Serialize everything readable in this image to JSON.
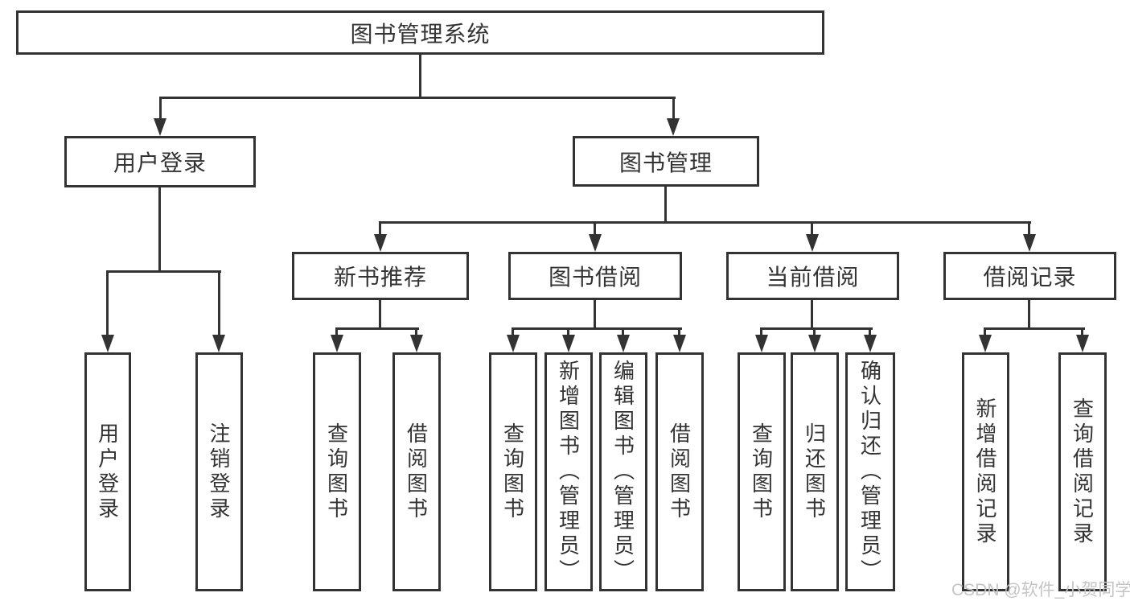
{
  "nodes": {
    "root": "图书管理系统",
    "user_login": "用户登录",
    "book_mgmt": "图书管理",
    "new_book_rec": "新书推荐",
    "book_borrow": "图书借阅",
    "current_borrow": "当前借阅",
    "borrow_records": "借阅记录",
    "login": "用户登录",
    "logout": "注销登录",
    "rec_query_books": "查询图书",
    "rec_borrow_books": "借阅图书",
    "bb_query_books": "查询图书",
    "bb_add_books": "新增图书（管理员）",
    "bb_edit_books": "编辑图书（管理员）",
    "bb_borrow_books": "借阅图书",
    "cb_query_books": "查询图书",
    "cb_return_books": "归还图书",
    "cb_confirm_return": "确认归还（管理员）",
    "br_add_record": "新增借阅记录",
    "br_query_record": "查询借阅记录"
  },
  "hierarchy": {
    "图书管理系统": [
      "用户登录",
      "图书管理"
    ],
    "用户登录": [
      "用户登录",
      "注销登录"
    ],
    "图书管理": [
      "新书推荐",
      "图书借阅",
      "当前借阅",
      "借阅记录"
    ],
    "新书推荐": [
      "查询图书",
      "借阅图书"
    ],
    "图书借阅": [
      "查询图书",
      "新增图书（管理员）",
      "编辑图书（管理员）",
      "借阅图书"
    ],
    "当前借阅": [
      "查询图书",
      "归还图书",
      "确认归还（管理员）"
    ],
    "借阅记录": [
      "新增借阅记录",
      "查询借阅记录"
    ]
  },
  "watermark": "CSDN @软件_小贺同学",
  "colors": {
    "line": "#333333",
    "text": "#333333",
    "watermark": "#c5c5c5",
    "background": "#ffffff"
  }
}
